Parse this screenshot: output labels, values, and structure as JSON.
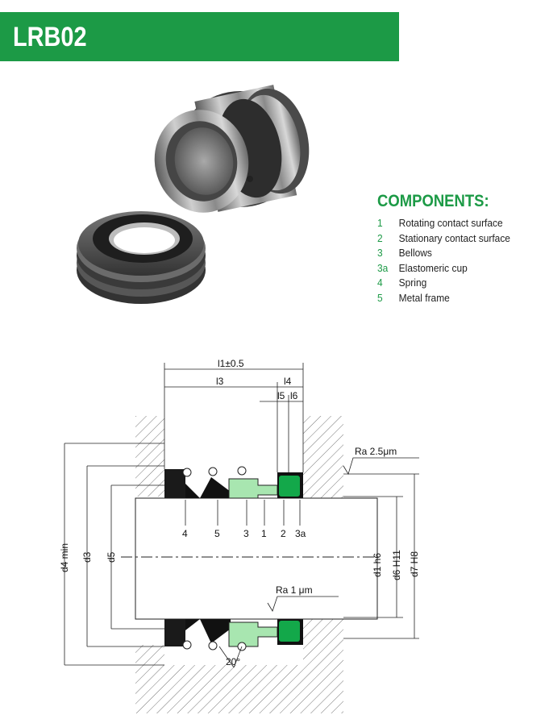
{
  "header": {
    "title": "LRB02"
  },
  "components": {
    "heading": "COMPONENTS:",
    "items": [
      {
        "num": "1",
        "label": "Rotating contact surface"
      },
      {
        "num": "2",
        "label": "Stationary contact surface"
      },
      {
        "num": "3",
        "label": "Bellows"
      },
      {
        "num": "3a",
        "label": "Elastomeric cup"
      },
      {
        "num": "4",
        "label": "Spring"
      },
      {
        "num": "5",
        "label": "Metal frame"
      }
    ]
  },
  "drawing": {
    "top_dims": {
      "l1": "l1±0.5",
      "l3": "l3",
      "l4": "l4",
      "l5": "l5",
      "l6": "l6"
    },
    "left_dims": {
      "d4": "d4  min",
      "d3": "d3",
      "d5": "d5"
    },
    "right_dims": {
      "d1": "d1  h6",
      "d6": "d6  H11",
      "d7": "d7  H8"
    },
    "part_labels": [
      "4",
      "5",
      "3",
      "1",
      "2",
      "3a"
    ],
    "roughness_top": "Ra  2.5μm",
    "roughness_bottom": "Ra  1 μm",
    "angle": "20°"
  },
  "colors": {
    "brand_green": "#1c9a46",
    "seal_green": "#13a84a",
    "light_green": "#a8e6b0"
  }
}
